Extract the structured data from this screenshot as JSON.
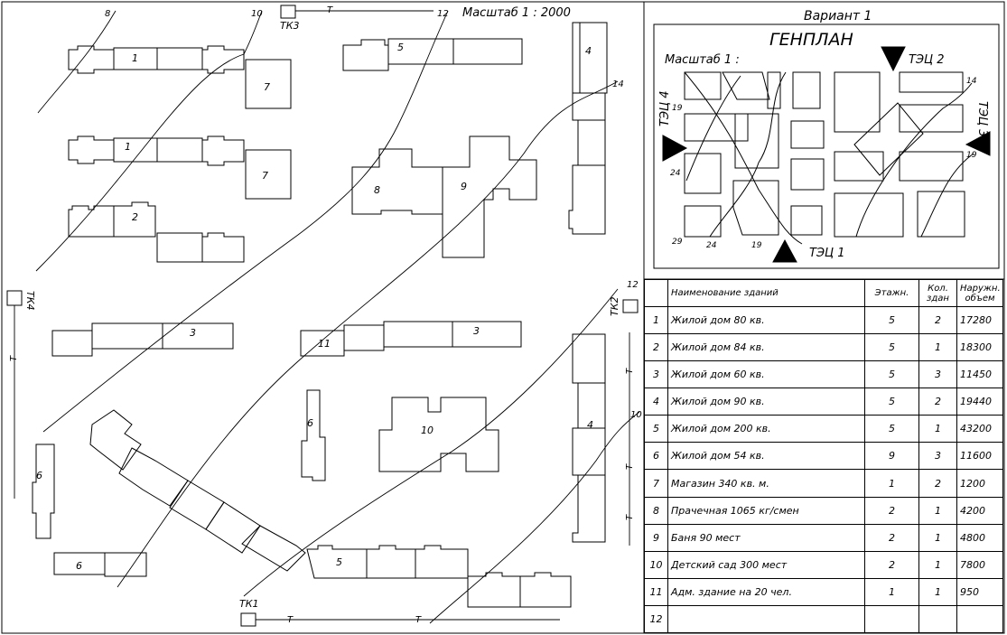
{
  "plan": {
    "scale_label": "Масштаб 1 : 2000",
    "nodes": {
      "tk1": "ТК1",
      "tk2": "ТК2",
      "tk3": "ТК3",
      "tk4": "ТК4"
    },
    "pipe_label": "Т",
    "contours": [
      "8",
      "10",
      "12",
      "14",
      "12",
      "10"
    ],
    "building_labels": [
      "1",
      "1",
      "2",
      "3",
      "3",
      "4",
      "4",
      "5",
      "5",
      "6",
      "6",
      "6",
      "7",
      "7",
      "8",
      "9",
      "10",
      "11"
    ]
  },
  "inset": {
    "variant": "Вариант 1",
    "title": "ГЕНПЛАН",
    "scale": "Масштаб 1 :",
    "chp": [
      "ТЭЦ 1",
      "ТЭЦ 2",
      "ТЭЦ 3",
      "ТЭЦ 4"
    ],
    "contours": [
      "19",
      "24",
      "29",
      "24",
      "19",
      "14",
      "19"
    ]
  },
  "table": {
    "headers": {
      "num": "",
      "name": "Наименование зданий",
      "floors": "Этажн.",
      "count": "Кол. здан",
      "volume": "Наружн. объем"
    },
    "rows": [
      {
        "num": "1",
        "name": "Жилой дом 80 кв.",
        "floors": "5",
        "count": "2",
        "volume": "17280"
      },
      {
        "num": "2",
        "name": "Жилой дом 84 кв.",
        "floors": "5",
        "count": "1",
        "volume": "18300"
      },
      {
        "num": "3",
        "name": "Жилой дом 60 кв.",
        "floors": "5",
        "count": "3",
        "volume": "11450"
      },
      {
        "num": "4",
        "name": "Жилой дом 90 кв.",
        "floors": "5",
        "count": "2",
        "volume": "19440"
      },
      {
        "num": "5",
        "name": "Жилой дом 200 кв.",
        "floors": "5",
        "count": "1",
        "volume": "43200"
      },
      {
        "num": "6",
        "name": "Жилой дом 54 кв.",
        "floors": "9",
        "count": "3",
        "volume": "11600"
      },
      {
        "num": "7",
        "name": "Магазин 340 кв. м.",
        "floors": "1",
        "count": "2",
        "volume": "1200"
      },
      {
        "num": "8",
        "name": "Прачечная 1065 кг/смен",
        "floors": "2",
        "count": "1",
        "volume": "4200"
      },
      {
        "num": "9",
        "name": "Баня 90 мест",
        "floors": "2",
        "count": "1",
        "volume": "4800"
      },
      {
        "num": "10",
        "name": "Детский сад 300 мест",
        "floors": "2",
        "count": "1",
        "volume": "7800"
      },
      {
        "num": "11",
        "name": "Адм. здание на 20 чел.",
        "floors": "1",
        "count": "1",
        "volume": "950"
      },
      {
        "num": "12",
        "name": "",
        "floors": "",
        "count": "",
        "volume": ""
      }
    ]
  }
}
